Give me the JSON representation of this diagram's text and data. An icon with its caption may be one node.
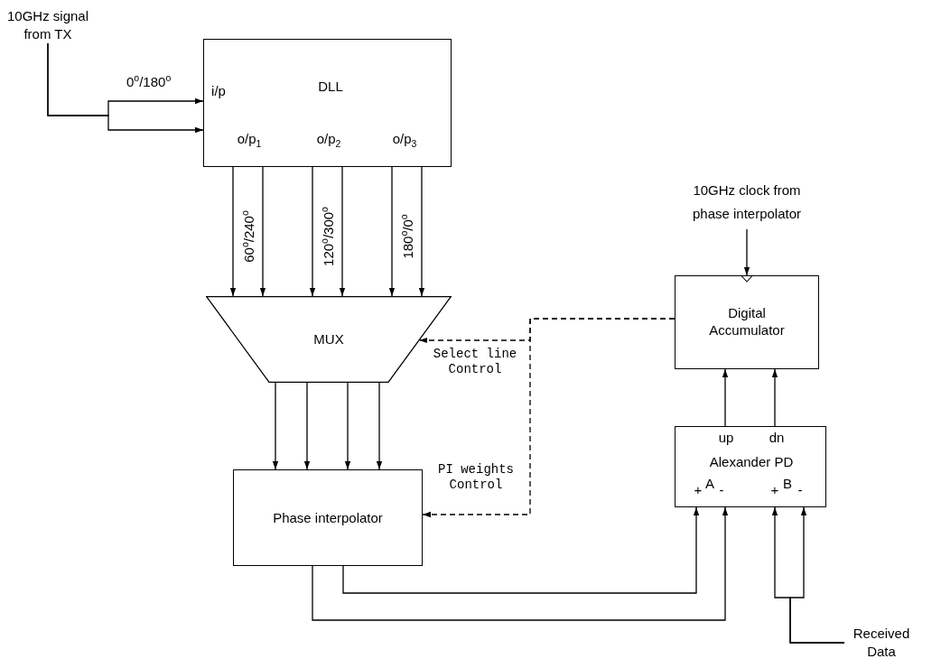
{
  "diagram": {
    "nodes": [
      {
        "text": [
          "10GHz signal from TX"
        ]
      },
      {
        "text": [
          "DLL",
          "i/p",
          "o/p$_{1}$",
          "o/p$_{2}$",
          "o/p$_{3}$"
        ]
      },
      {
        "text": [
          "10GHz clock from phase interpolator"
        ]
      },
      {
        "text": [
          "MUX"
        ]
      },
      {
        "text": [
          "Digital Accumulator"
        ]
      },
      {
        "text": [
          "Phase interpolator"
        ]
      },
      {
        "text": [
          "up",
          "dn",
          "Alexander PD",
          "+",
          "A",
          "-",
          "+",
          "B",
          "-"
        ]
      },
      {
        "text": [
          "Received Data"
        ]
      }
    ],
    "edges": [
      {
        "from": 0,
        "to": 1,
        "arrow": "to",
        "label": "0$^{o}$/180$^{o}$"
      },
      {
        "from": 0,
        "to": 1,
        "arrow": "to"
      },
      {
        "from": 1,
        "to": 3,
        "arrow": "to",
        "label": "60$^{o}$/240$^{o}$"
      },
      {
        "from": 1,
        "to": 3,
        "arrow": "to"
      },
      {
        "from": 1,
        "to": 3,
        "arrow": "to",
        "label": "120$^{o}$/300$^{o}$"
      },
      {
        "from": 1,
        "to": 3,
        "arrow": "to"
      },
      {
        "from": 1,
        "to": 3,
        "arrow": "to",
        "label": "180$^{o}$/0$^{o}$"
      },
      {
        "from": 1,
        "to": 3,
        "arrow": "to"
      },
      {
        "from": 3,
        "to": 5,
        "arrow": "to"
      },
      {
        "from": 3,
        "to": 5,
        "arrow": "to"
      },
      {
        "from": 3,
        "to": 5,
        "arrow": "to"
      },
      {
        "from": 3,
        "to": 5,
        "arrow": "to"
      },
      {
        "from": 2,
        "to": 4,
        "arrow": "to"
      },
      {
        "from": 4,
        "to": 3,
        "arrow": "to",
        "label": "Select line Control",
        "style": "dashed"
      },
      {
        "from": 4,
        "to": 5,
        "arrow": "to",
        "label": "PI weights Control",
        "style": "dashed"
      },
      {
        "from": 6,
        "to": 4,
        "arrow": "to"
      },
      {
        "from": 6,
        "to": 4,
        "arrow": "to"
      },
      {
        "from": 5,
        "to": 6,
        "arrow": "to"
      },
      {
        "from": 5,
        "to": 6,
        "arrow": "to"
      },
      {
        "from": 7,
        "to": 6,
        "arrow": "to"
      },
      {
        "from": 7,
        "to": 6,
        "arrow": "to"
      }
    ]
  }
}
